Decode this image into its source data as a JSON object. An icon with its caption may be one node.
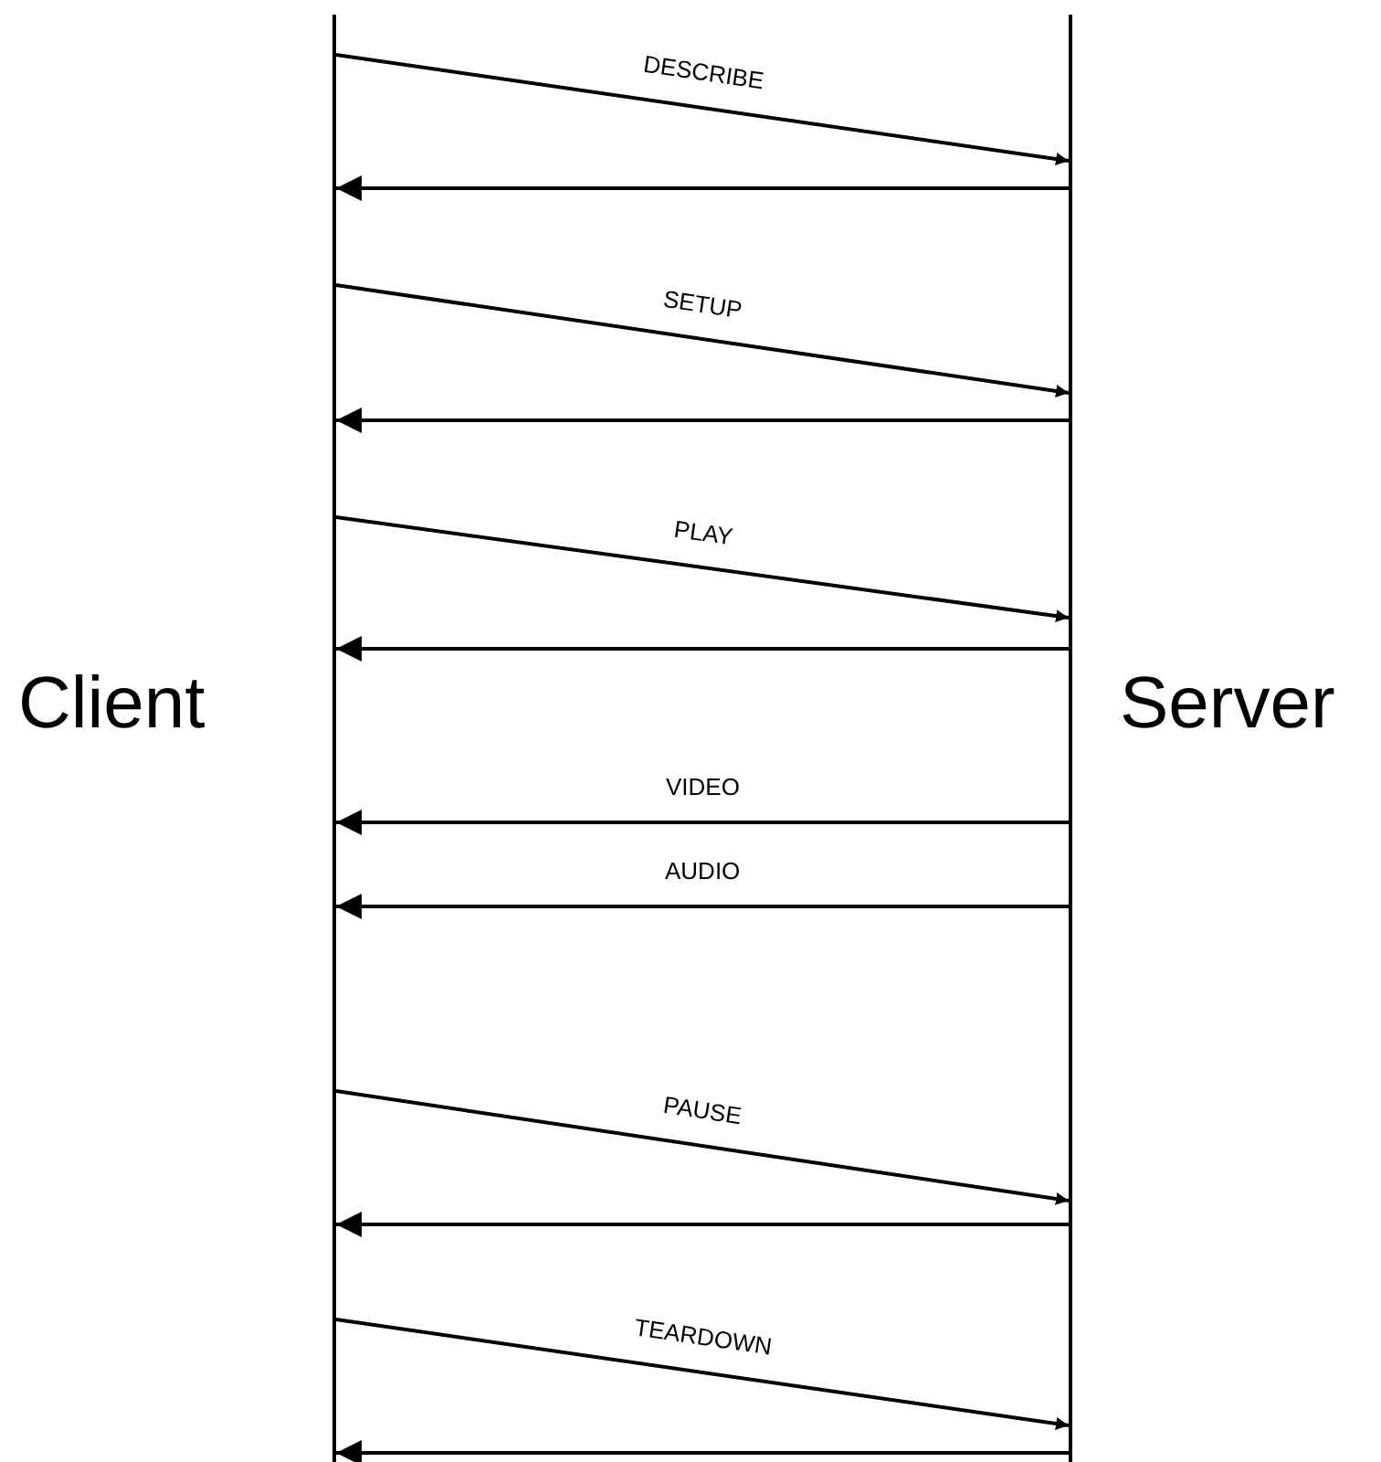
{
  "diagram": {
    "nodes": [
      {
        "text": [
          "Client"
        ]
      },
      {
        "text": [
          "Server"
        ]
      }
    ],
    "edges": [
      {
        "from": 0,
        "to": 1,
        "arrow": "to",
        "label": "DESCRIBE"
      },
      {
        "from": 1,
        "to": 0,
        "arrow": "to"
      },
      {
        "from": 0,
        "to": 1,
        "arrow": "to",
        "label": "SETUP"
      },
      {
        "from": 1,
        "to": 0,
        "arrow": "to"
      },
      {
        "from": 0,
        "to": 1,
        "arrow": "to",
        "label": "PLAY"
      },
      {
        "from": 1,
        "to": 0,
        "arrow": "to"
      },
      {
        "from": 1,
        "to": 0,
        "arrow": "to",
        "label": "VIDEO"
      },
      {
        "from": 1,
        "to": 0,
        "arrow": "to",
        "label": "AUDIO"
      },
      {
        "from": 0,
        "to": 1,
        "arrow": "to",
        "label": "PAUSE"
      },
      {
        "from": 1,
        "to": 0,
        "arrow": "to"
      },
      {
        "from": 0,
        "to": 1,
        "arrow": "to",
        "label": "TEARDOWN"
      },
      {
        "from": 1,
        "to": 0,
        "arrow": "to"
      }
    ]
  }
}
